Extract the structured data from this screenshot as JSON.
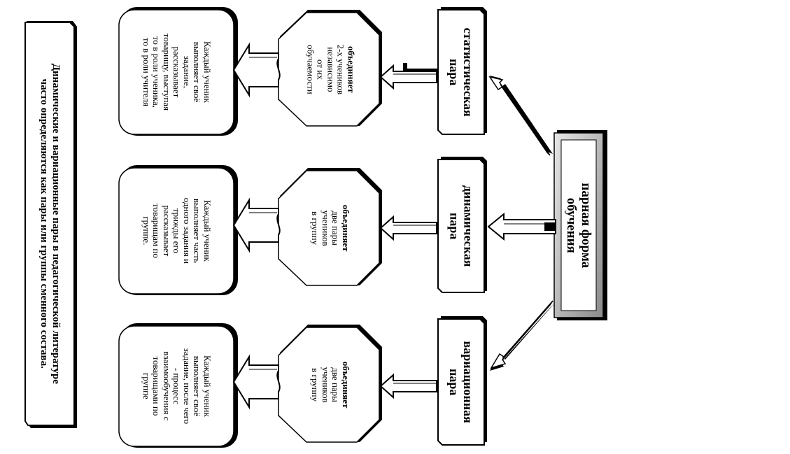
{
  "side_note": {
    "lines": [
      "Динамические и вариационные пары в педагогической литературе",
      "часто определяются как пары или группы сменного состава."
    ]
  },
  "main_box": {
    "lines": [
      "парная форма",
      "обучения"
    ]
  },
  "branches": [
    {
      "type_lines": [
        "статистическая",
        "пара"
      ],
      "unites_lead": "объединяет",
      "unites_lines": [
        "2-х учеников",
        "независимо",
        "от их",
        "обучаемости"
      ],
      "desc_lines": [
        "Каждый ученик",
        "выполняет своё",
        "задание,",
        "рассказывает",
        "товарищу, выступая",
        "то в роли ученика,",
        "то в роли учителя"
      ]
    },
    {
      "type_lines": [
        "динамическая",
        "пара"
      ],
      "unites_lead": "объединяет",
      "unites_lines": [
        "две пары",
        "учеников",
        "в группу"
      ],
      "desc_lines": [
        "Каждый ученик",
        "выполняет часть",
        "одного задания и",
        "трижды его",
        "рассказывает",
        "товарищам по",
        "группе."
      ]
    },
    {
      "type_lines": [
        "вариационная",
        "пара"
      ],
      "unites_lead": "объединяет",
      "unites_lines": [
        "две пары",
        "учеников",
        "в группу"
      ],
      "desc_lines": [
        "Каждый ученик",
        "выполняет своё",
        "задание, после чего",
        "- процесс",
        "взаимообучения с",
        "товарищами по",
        "группе"
      ]
    }
  ]
}
